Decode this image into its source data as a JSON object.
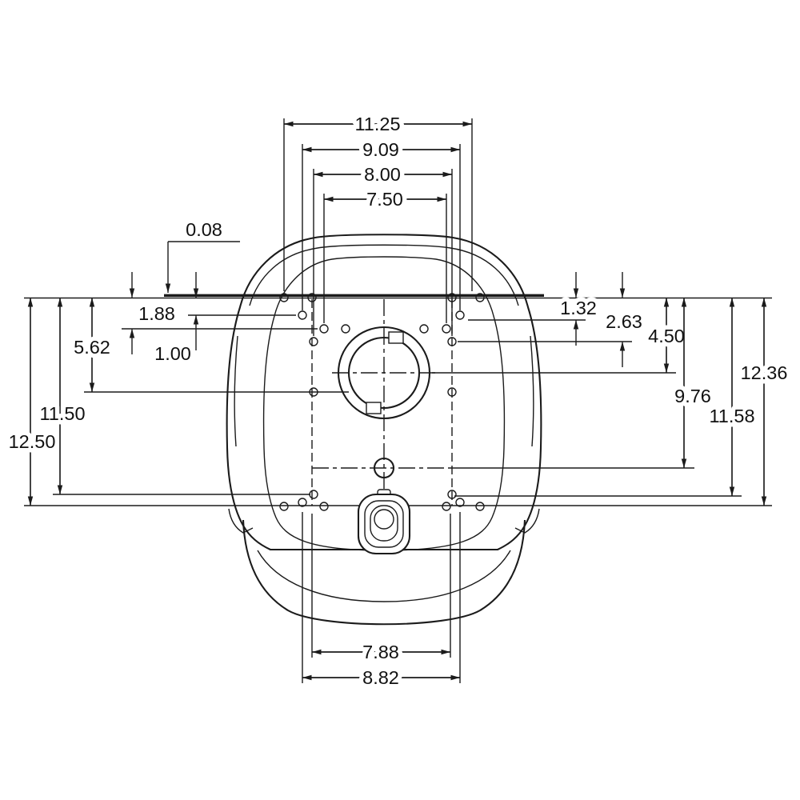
{
  "drawing": {
    "kind": "technical-dimension-drawing",
    "subject": "seat base bottom view with mounting hole pattern",
    "units_style": "decimal inches",
    "line_color": "#1b1b1b",
    "background_color": "#ffffff"
  },
  "dimensions": {
    "top": [
      {
        "id": "top-width-11-25",
        "value": "11.25"
      },
      {
        "id": "top-width-9-09",
        "value": "9.09"
      },
      {
        "id": "top-width-8-00",
        "value": "8.00"
      },
      {
        "id": "top-width-7-50",
        "value": "7.50"
      }
    ],
    "left": [
      {
        "id": "offset-0-08",
        "value": "0.08"
      },
      {
        "id": "offset-1-88",
        "value": "1.88"
      },
      {
        "id": "offset-5-62",
        "value": "5.62"
      },
      {
        "id": "offset-1-00",
        "value": "1.00"
      },
      {
        "id": "offset-11-50",
        "value": "11.50"
      },
      {
        "id": "offset-12-50",
        "value": "12.50"
      }
    ],
    "right": [
      {
        "id": "offset-1-32",
        "value": "1.32"
      },
      {
        "id": "offset-2-63",
        "value": "2.63"
      },
      {
        "id": "offset-4-50",
        "value": "4.50"
      },
      {
        "id": "offset-12-36",
        "value": "12.36"
      },
      {
        "id": "offset-9-76",
        "value": "9.76"
      },
      {
        "id": "offset-11-58",
        "value": "11.58"
      }
    ],
    "bottom": [
      {
        "id": "bottom-width-7-88",
        "value": "7.88"
      },
      {
        "id": "bottom-width-8-82",
        "value": "8.82"
      }
    ]
  }
}
